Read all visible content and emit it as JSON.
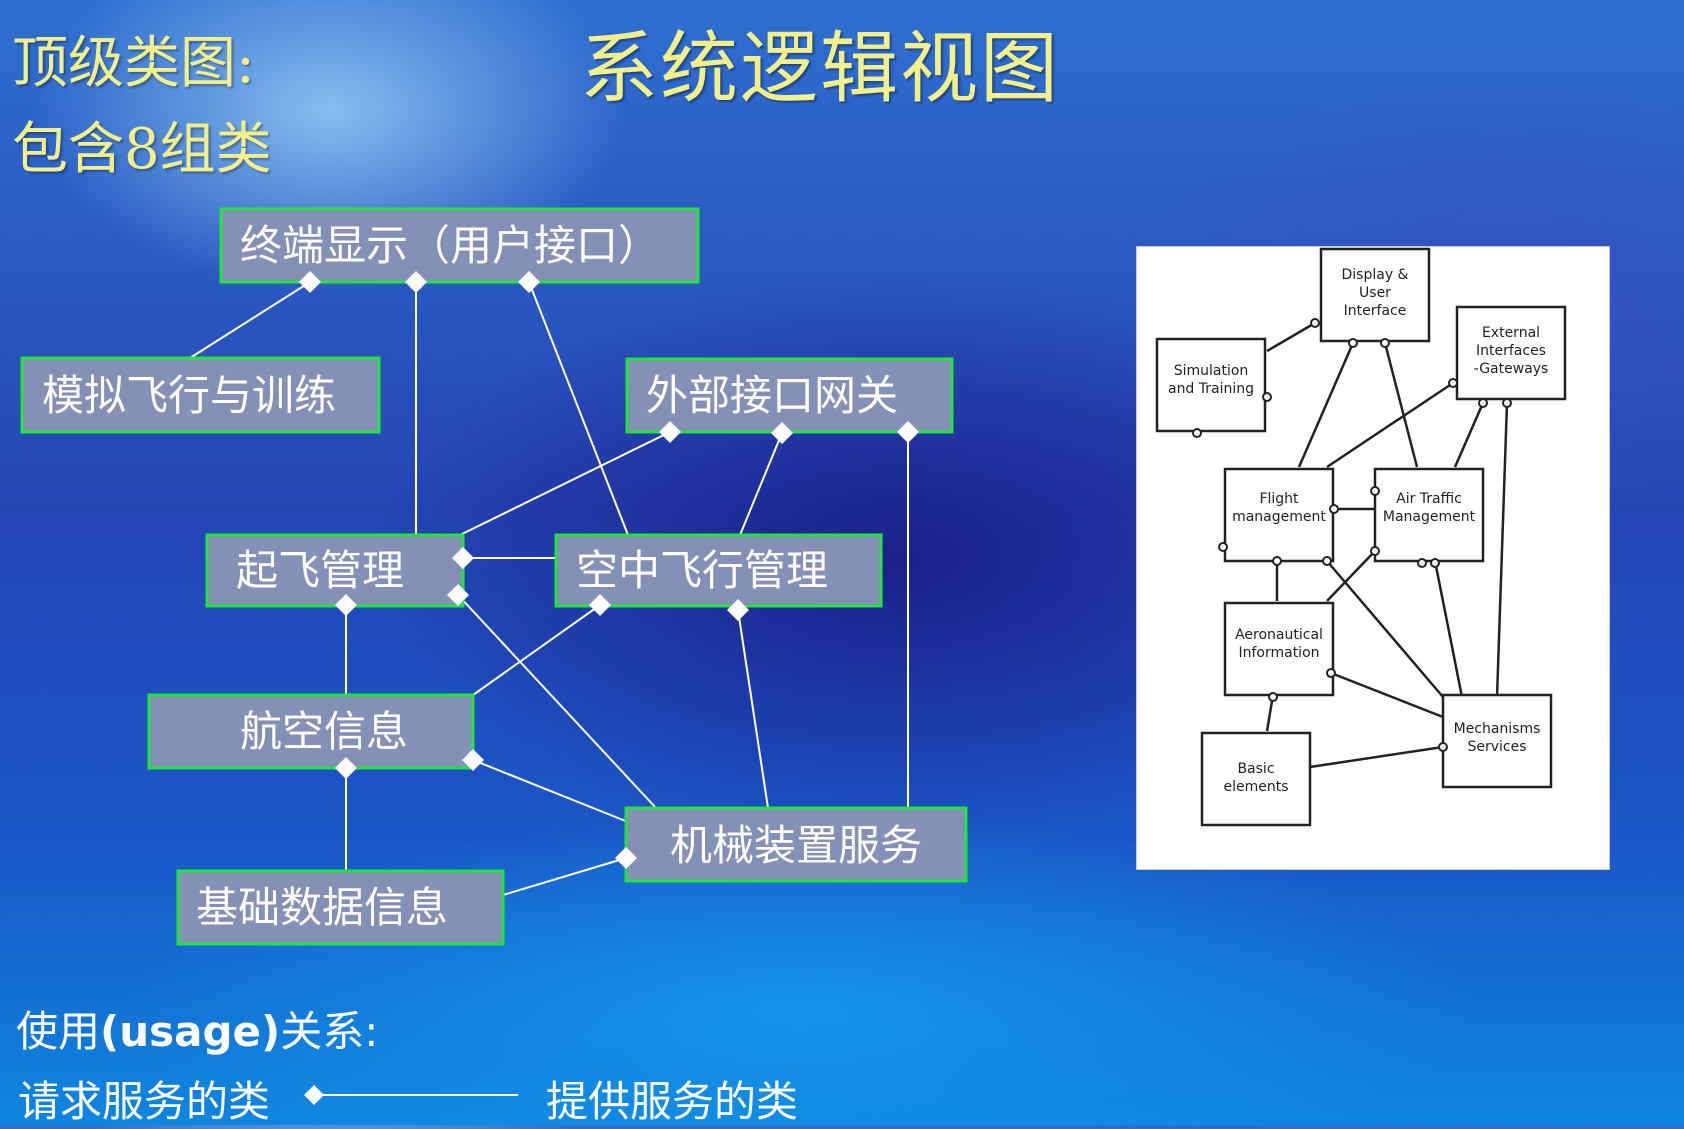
{
  "title": "系统逻辑视图",
  "subtitle_line1": "顶级类图:",
  "subtitle_line2": "包含8组类",
  "nodes": {
    "display": "终端显示（用户接口）",
    "simulation": "模拟飞行与训练",
    "gateway": "外部接口网关",
    "takeoff": "起飞管理",
    "inflight": "空中飞行管理",
    "aero": "航空信息",
    "mechanism": "机械装置服务",
    "basic": "基础数据信息"
  },
  "reference_diagram": {
    "display": [
      "Display &",
      "User",
      "Interface"
    ],
    "simulation": [
      "Simulation",
      "and Training"
    ],
    "external": [
      "External",
      "Interfaces",
      "-Gateways"
    ],
    "flight": [
      "Flight",
      "management"
    ],
    "atm": [
      "Air Traffic",
      "Management"
    ],
    "aero": [
      "Aeronautical",
      "Information"
    ],
    "mechanisms": [
      "Mechanisms",
      "Services"
    ],
    "basic": [
      "Basic",
      "elements"
    ]
  },
  "legend": {
    "title_prefix": "使用",
    "title_bold": "(usage)",
    "title_suffix": "关系:",
    "requester": "请求服务的类",
    "provider": "提供服务的类"
  },
  "colors": {
    "title": "#f2f08a",
    "node_fill": "#8590b6",
    "node_border": "#22e43a",
    "connector": "#ffffff"
  }
}
